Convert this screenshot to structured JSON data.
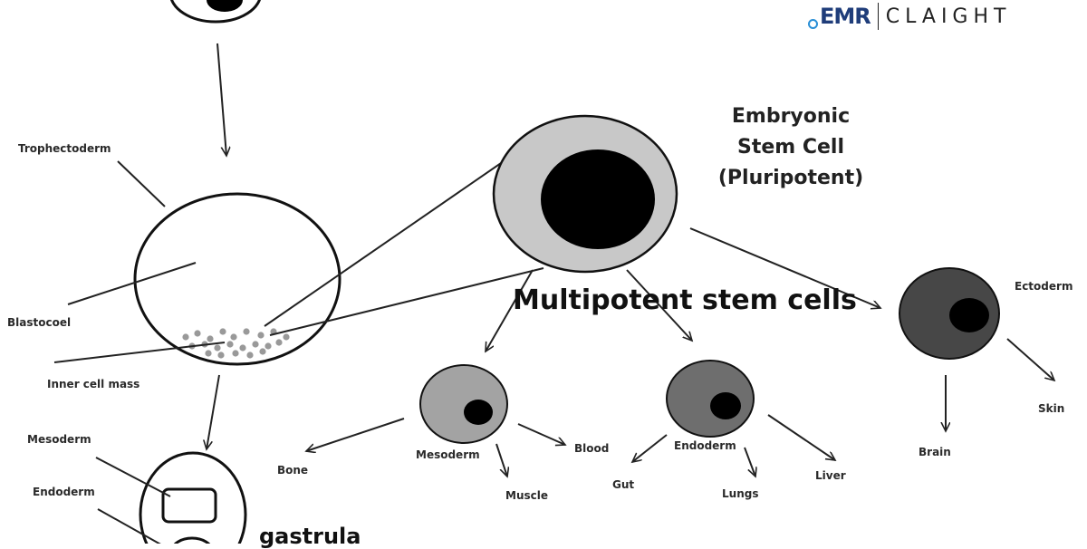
{
  "logo": {
    "brand": "EMR",
    "company": "CLAIGHT",
    "brand_color": "#1f3d7a",
    "dot_color": "#2a8fd6"
  },
  "stages": {
    "blastocyst": {
      "trophectoderm": "Trophectoderm",
      "blastocoel": "Blastocoel",
      "inner_cell_mass": "Inner cell mass"
    },
    "gastrula": {
      "name": "gastrula",
      "mesoderm": "Mesoderm",
      "endoderm": "Endoderm"
    }
  },
  "esc": {
    "line1": "Embryonic",
    "line2": "Stem Cell",
    "line3": "(Pluripotent)"
  },
  "multipotent": "Multipotent stem cells",
  "germ_layers": {
    "mesoderm": {
      "label": "Mesoderm",
      "products": [
        "Bone",
        "Muscle",
        "Blood"
      ]
    },
    "endoderm": {
      "label": "Endoderm",
      "products": [
        "Gut",
        "Lungs",
        "Liver"
      ]
    },
    "ectoderm": {
      "label": "Ectoderm",
      "products": [
        "Brain",
        "Skin"
      ]
    }
  },
  "colors": {
    "esc_cytoplasm": "#c8c8c8",
    "mesoderm_cell": "#a3a3a3",
    "endoderm_cell": "#6e6e6e",
    "ectoderm_cell": "#474747",
    "nucleus": "#000000",
    "icm_dots": "#999999"
  }
}
